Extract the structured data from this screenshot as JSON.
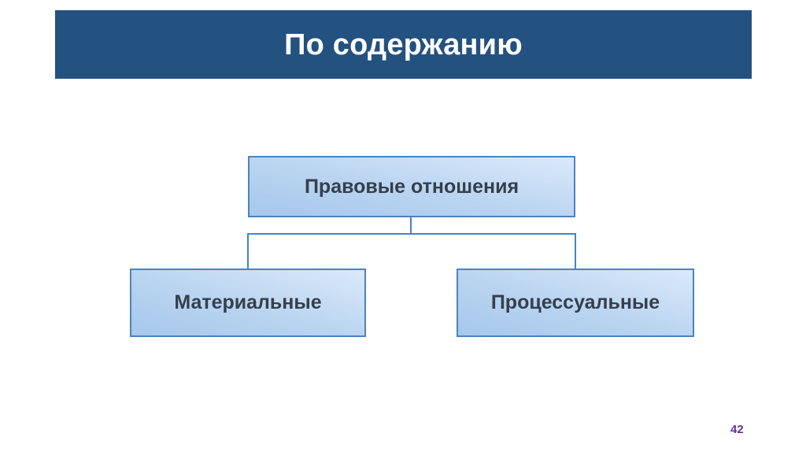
{
  "slide": {
    "title": "По содержанию",
    "number": "42",
    "accent_banner_color": "#235180",
    "node_border_color": "#4a83bf",
    "node_fill_light": "#dbe9fa",
    "node_fill_dark": "#a6c8ec",
    "node_text_color": "#353f4c",
    "slide_number_color": "#6b2f9e"
  },
  "diagram": {
    "type": "hierarchy",
    "root": {
      "label": "Правовые отношения"
    },
    "children": [
      {
        "label": "Материальные"
      },
      {
        "label": "Процессуальные"
      }
    ]
  }
}
